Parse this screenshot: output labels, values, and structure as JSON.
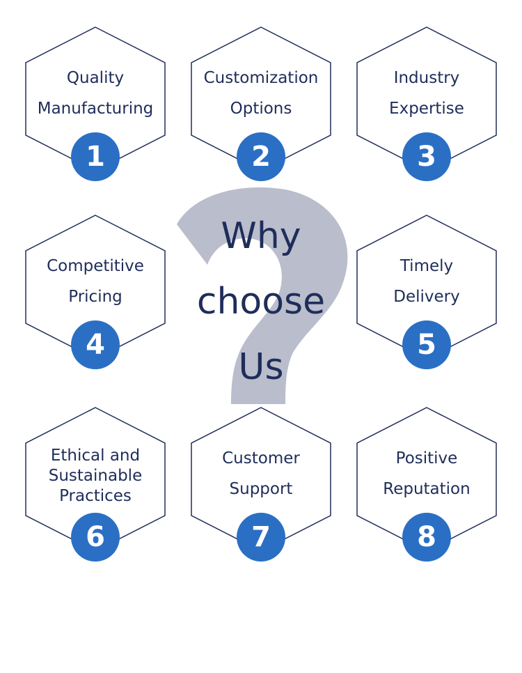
{
  "center": {
    "line1": "Why",
    "line2": "choose",
    "line3": "Us",
    "question_mark_color": "#b9bdcc"
  },
  "colors": {
    "badge": "#2a6fc4",
    "text": "#1f2d5a",
    "hex_outline": "#1f2d5a"
  },
  "items": [
    {
      "label": "Quality\nManufacturing",
      "number": "1"
    },
    {
      "label": "Customization\nOptions",
      "number": "2"
    },
    {
      "label": "Industry\nExpertise",
      "number": "3"
    },
    {
      "label": "Competitive\nPricing",
      "number": "4"
    },
    {
      "label": "Timely\nDelivery",
      "number": "5"
    },
    {
      "label": "Ethical and\nSustainable\nPractices",
      "number": "6"
    },
    {
      "label": "Customer\nSupport",
      "number": "7"
    },
    {
      "label": "Positive\nReputation",
      "number": "8"
    }
  ]
}
